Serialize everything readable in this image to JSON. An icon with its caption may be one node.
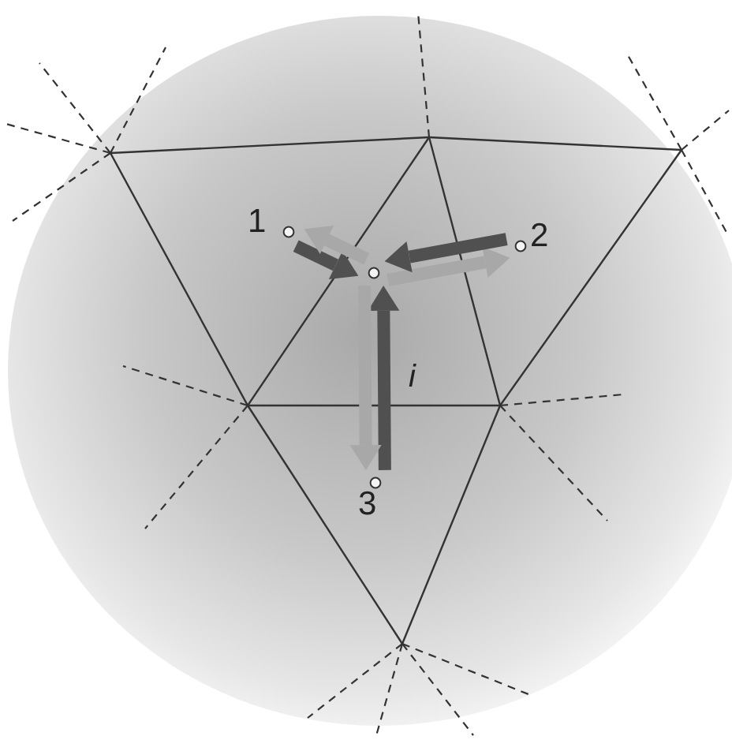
{
  "diagram": {
    "nodes": [
      {
        "text": [
          "1"
        ]
      },
      {
        "text": [
          "2"
        ]
      },
      {
        "text": [
          "3"
        ]
      },
      {
        "text": [],
        "shape": "circle"
      }
    ],
    "edges": [
      {
        "from": 0,
        "to": 3,
        "arrow": "to",
        "color": "#505050"
      },
      {
        "from": 3,
        "to": 0,
        "arrow": "to",
        "color": "#a8a8a8"
      },
      {
        "from": 3,
        "to": 1,
        "arrow": "to",
        "color": "#a8a8a8"
      },
      {
        "from": 1,
        "to": 3,
        "arrow": "to",
        "color": "#505050"
      },
      {
        "from": 2,
        "to": 3,
        "arrow": "to",
        "color": "#505050"
      },
      {
        "from": 3,
        "to": 2,
        "arrow": "to",
        "color": "#a8a8a8"
      }
    ],
    "labels": [
      "i"
    ]
  }
}
